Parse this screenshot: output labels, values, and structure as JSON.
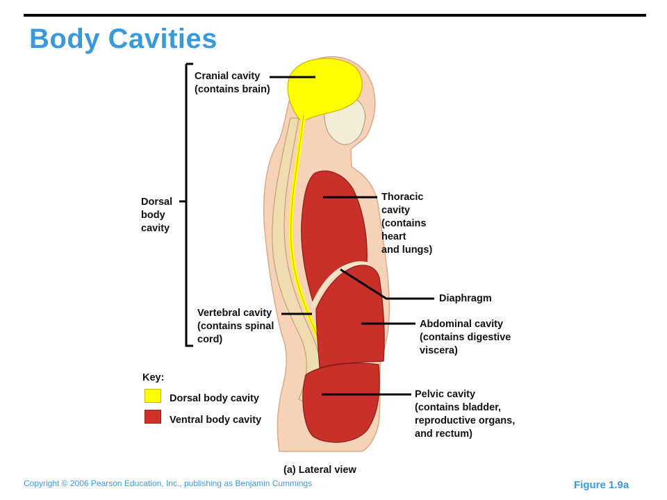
{
  "title": "Body Cavities",
  "colors": {
    "title_blue": "#3a9ad9",
    "dorsal_yellow": "#ffff00",
    "ventral_red": "#d2302a",
    "skin": "#f5d2b8"
  },
  "labels": {
    "cranial": "Cranial cavity\n(contains brain)",
    "dorsal": "Dorsal\nbody\ncavity",
    "vertebral": "Vertebral cavity\n(contains spinal\ncord)",
    "thoracic": "Thoracic\ncavity\n(contains\nheart\nand lungs)",
    "diaphragm": "Diaphragm",
    "abdominal": "Abdominal cavity\n(contains digestive\nviscera)",
    "pelvic": "Pelvic cavity\n(contains bladder,\nreproductive organs,\nand rectum)"
  },
  "key": {
    "heading": "Key:",
    "items": [
      {
        "label": "Dorsal body cavity",
        "color": "#ffff00"
      },
      {
        "label": "Ventral body cavity",
        "color": "#d2302a"
      }
    ]
  },
  "caption": "(a) Lateral view",
  "copyright": "Copyright © 2006 Pearson Education, Inc., publishing as Benjamin Cummings",
  "figure_number": "Figure 1.9a"
}
